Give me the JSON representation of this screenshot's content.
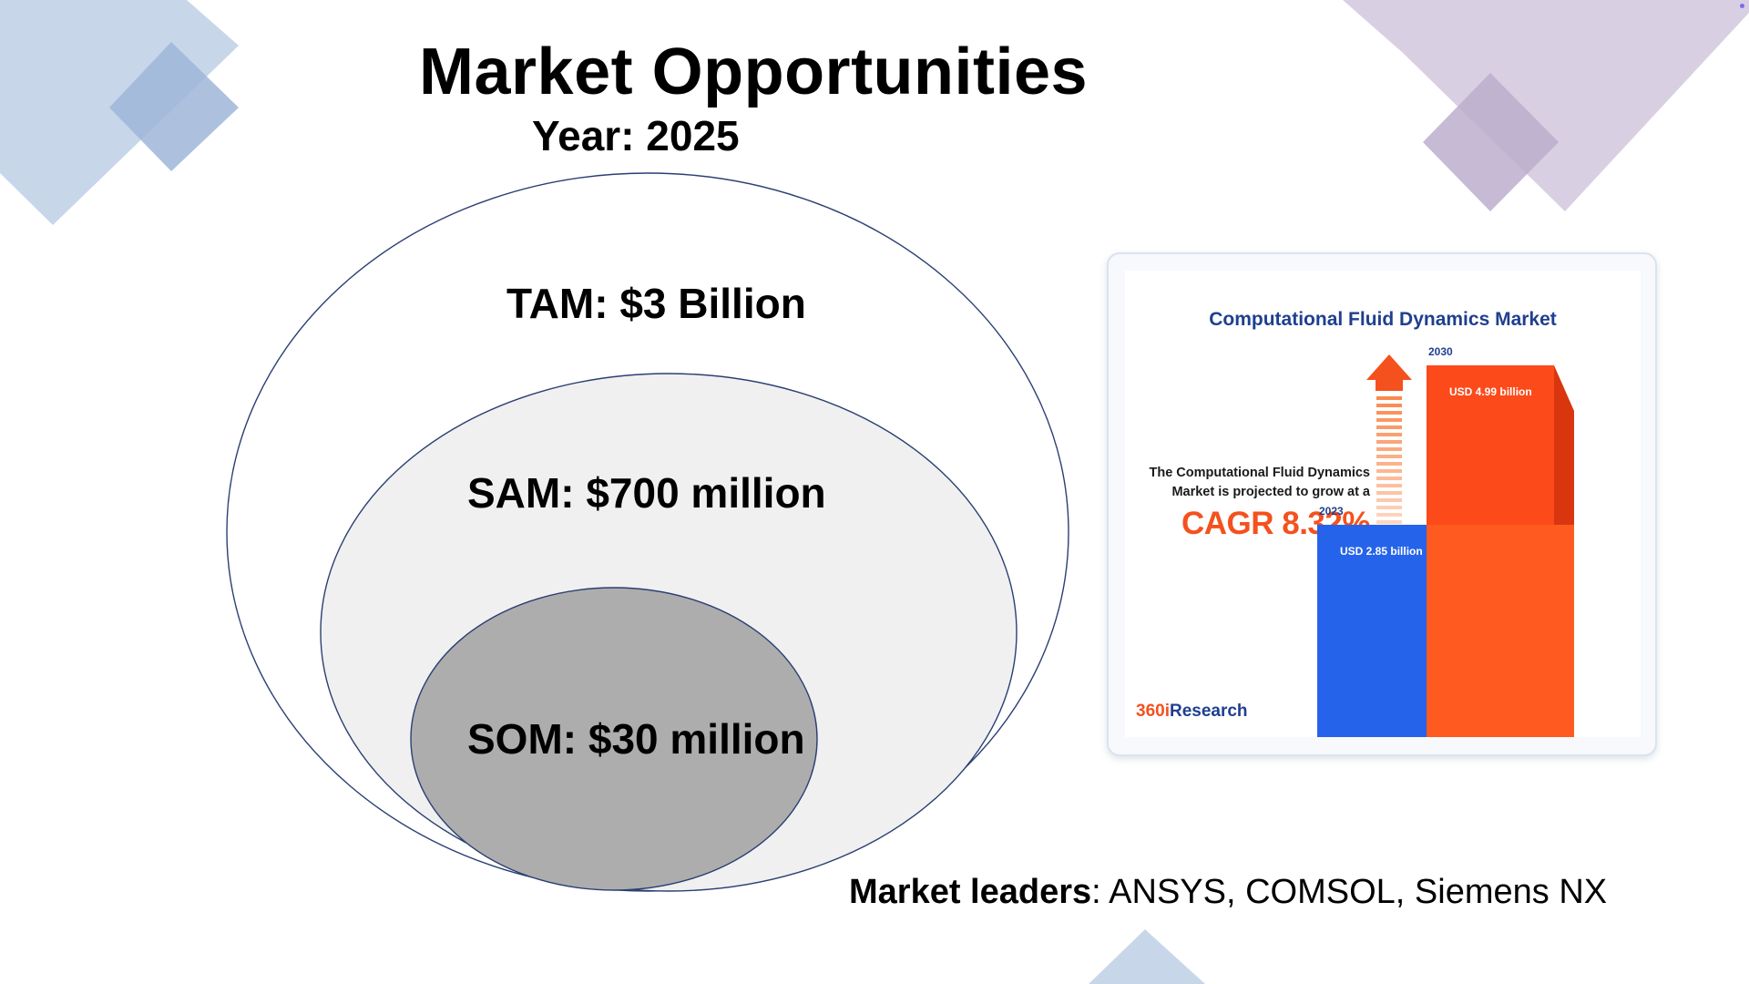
{
  "slide": {
    "title": "Market Opportunities",
    "year": "Year: 2025"
  },
  "venn": {
    "tam": "TAM: $3 Billion",
    "sam": "SAM: $700 million",
    "som": "SOM: $30 million"
  },
  "leaders": {
    "label": "Market leaders",
    "value": ": ANSYS, COMSOL, Siemens NX"
  },
  "infographic": {
    "title": "Computational Fluid Dynamics Market",
    "description_line1": "The Computational Fluid Dynamics",
    "description_line2": "Market is projected to grow at a",
    "cagr": "CAGR 8.32%",
    "brand_part1": "360i",
    "brand_part2": "Research",
    "chart_data": {
      "type": "bar",
      "categories": [
        "2023",
        "2030"
      ],
      "values": [
        2.85,
        4.99
      ],
      "value_labels": [
        "USD 2.85 billion",
        "USD 4.99 billion"
      ],
      "colors": [
        "#2563eb",
        "#fc4a1a"
      ]
    }
  },
  "colors": {
    "deco_blue": "#c8d6ea",
    "deco_blue_dark": "#9fb6d9",
    "deco_purple": "#d8d0e2",
    "deco_purple_dark": "#bcaecd",
    "venn_stroke": "#2b3f73",
    "sam_fill": "#f0f0f0",
    "som_fill": "#adadad"
  }
}
